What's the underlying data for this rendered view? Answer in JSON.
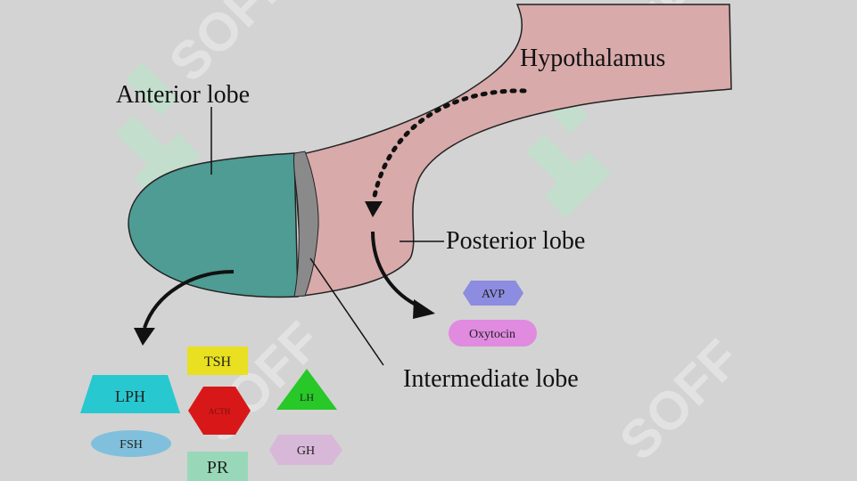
{
  "labels": {
    "hypothalamus": "Hypothalamus",
    "anterior_lobe": "Anterior lobe",
    "posterior_lobe": "Posterior lobe",
    "intermediate_lobe": "Intermediate lobe"
  },
  "posterior_hormones": [
    {
      "name": "AVP",
      "color": "#8c8ce0"
    },
    {
      "name": "Oxytocin",
      "color": "#e08ae0"
    }
  ],
  "anterior_hormones": [
    {
      "name": "TSH",
      "color": "#e8e020"
    },
    {
      "name": "LPH",
      "color": "#28c8d0"
    },
    {
      "name": "ACTH",
      "color": "#d81818"
    },
    {
      "name": "LH",
      "color": "#28c828"
    },
    {
      "name": "FSH",
      "color": "#80c0dc"
    },
    {
      "name": "GH",
      "color": "#d8b8d8"
    },
    {
      "name": "PR",
      "color": "#98d8b8"
    }
  ],
  "watermark": "SOFF",
  "colors": {
    "background": "#d3d3d3",
    "anterior": "#4e9c94",
    "posterior": "#d8aaaa",
    "intermediate": "#8a8a8a"
  }
}
